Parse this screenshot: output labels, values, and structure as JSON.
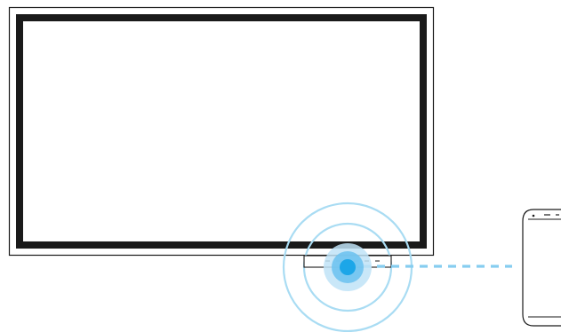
{
  "diagram": {
    "objects": [
      "display-monitor",
      "nfc-sensor",
      "mobile-phone"
    ],
    "connection": "wireless-nfc-tap",
    "link_style": "dashed",
    "colors": {
      "outline": "#1a1a1a",
      "bezel": "#ffffff",
      "screen_border": "#1a1a1a",
      "accent": "#1ca6e8",
      "accent_mid": "#6fc3ef",
      "accent_light": "#bfe3f7",
      "wave_ring": "#a9dcf3",
      "dashed_link": "#86cdf0"
    },
    "icons": {
      "sensor": "nfc-sensor-icon",
      "phone": "smartphone-icon",
      "waves": "signal-waves-icon"
    }
  }
}
